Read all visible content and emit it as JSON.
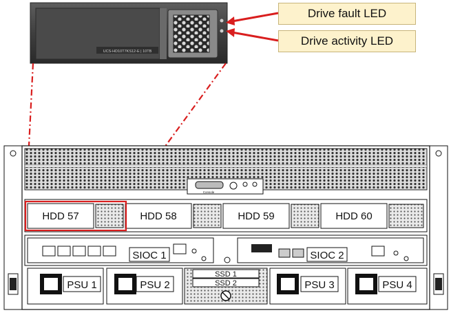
{
  "callouts": {
    "fault_led": "Drive fault LED",
    "activity_led": "Drive activity LED"
  },
  "drive_label_text": "UCS-HD10T7KS12-E | 10TB",
  "connector_label": "Console",
  "hdd_labels": [
    "HDD 57",
    "HDD 58",
    "HDD 59",
    "HDD 60"
  ],
  "sioc_labels": [
    "SIOC 1",
    "SIOC 2"
  ],
  "ssd_labels": [
    "SSD 1",
    "SSD 2"
  ],
  "psu_labels": [
    "PSU 1",
    "PSU 2",
    "PSU 3",
    "PSU 4"
  ],
  "colors": {
    "highlight": "#d91e1e",
    "callout_bg": "#fdf2cc",
    "chassis_line": "#111111"
  }
}
